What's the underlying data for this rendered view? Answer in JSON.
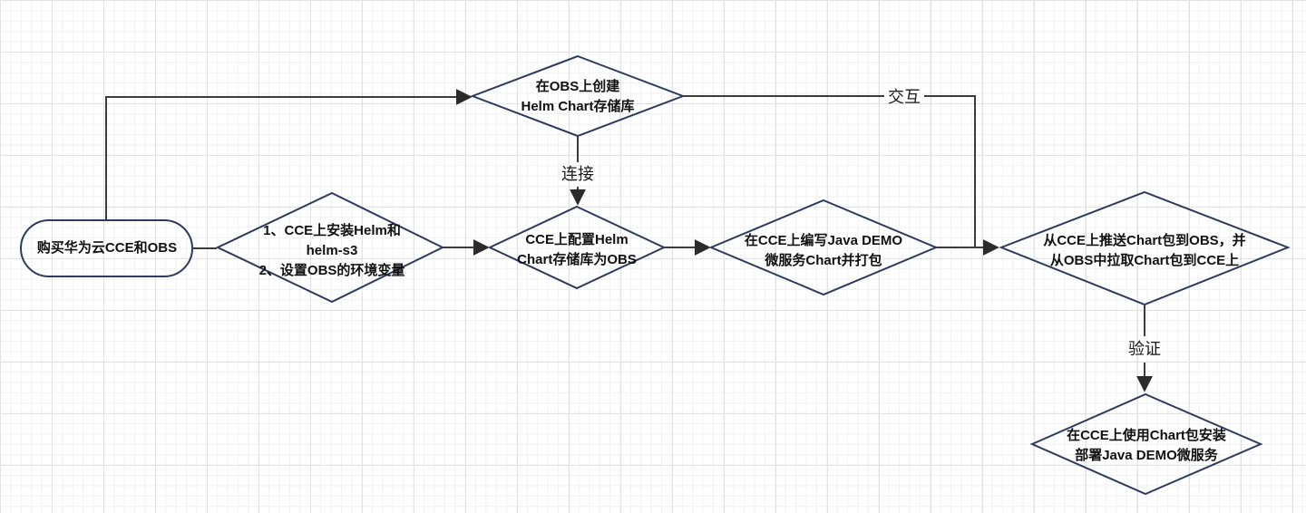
{
  "diagram": {
    "nodes": {
      "start": {
        "shape": "terminator",
        "lines": [
          "购买华为云CCE和OBS"
        ]
      },
      "install_helm": {
        "shape": "decision",
        "lines": [
          "1、CCE上安装Helm和",
          "helm-s3",
          "2、设置OBS的环境变量"
        ]
      },
      "create_obs_repo": {
        "shape": "decision",
        "lines": [
          "在OBS上创建",
          "Helm Chart存储库"
        ]
      },
      "config_helm_repo": {
        "shape": "decision",
        "lines": [
          "CCE上配置Helm",
          "Chart存储库为OBS"
        ]
      },
      "write_java_demo": {
        "shape": "decision",
        "lines": [
          "在CCE上编写Java DEMO",
          "微服务Chart并打包"
        ]
      },
      "push_pull_chart": {
        "shape": "decision",
        "lines": [
          "从CCE上推送Chart包到OBS，并",
          "从OBS中拉取Chart包到CCE上"
        ]
      },
      "deploy_demo": {
        "shape": "decision",
        "lines": [
          "在CCE上使用Chart包安装",
          "部署Java DEMO微服务"
        ]
      }
    },
    "edge_labels": {
      "connect": "连接",
      "interact": "交互",
      "verify": "验证"
    },
    "colors": {
      "shape_border": "#2e3a5e",
      "edge_line": "#3c3c3c",
      "text": "#111111",
      "grid_minor": "#f1f1f1",
      "grid_major": "#e2e2e2",
      "background": "#ffffff"
    }
  }
}
